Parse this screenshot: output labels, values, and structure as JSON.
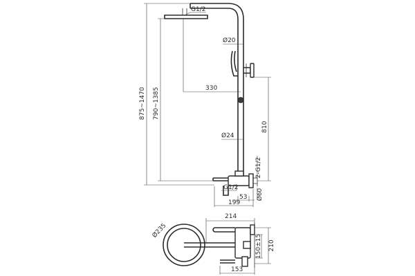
{
  "labels": {
    "outlet_thread": "G1/2",
    "tube_diameter": "Ø20",
    "arm_length": "330",
    "overall_height": "875~1470",
    "adjustable_height": "790~1385",
    "rail_height": "810",
    "rail_diameter": "Ø24",
    "inlet_thread": "2-G1/2",
    "mixer_thread": "G1/2",
    "spout_offset": "53",
    "mixer_depth": "199",
    "escutcheon_diameter": "Ø60",
    "head_diameter": "Ø235",
    "top_width": "214",
    "wall_depth": "210",
    "inlet_spacing": "150±15",
    "top_depth": "153"
  }
}
